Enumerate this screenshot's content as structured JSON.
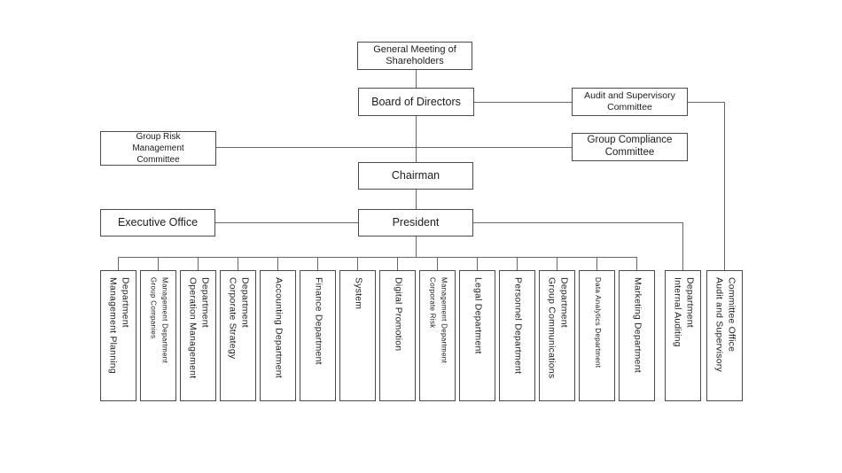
{
  "colors": {
    "background": "#ffffff",
    "line": "#666666",
    "box_border": "#4a4a4a",
    "text": "#1c1c1c"
  },
  "nodes": {
    "general_meeting": {
      "label": "General Meeting of\nShareholders"
    },
    "board_of_directors": {
      "label": "Board of Directors"
    },
    "audit_supervisory_committee": {
      "label": "Audit and Supervisory\nCommittee"
    },
    "group_risk_committee": {
      "label": "Group Risk\nManagement\nCommittee"
    },
    "group_compliance_committee": {
      "label": "Group Compliance\nCommittee"
    },
    "chairman": {
      "label": "Chairman"
    },
    "executive_office": {
      "label": "Executive Office"
    },
    "president": {
      "label": "President"
    }
  },
  "departments": [
    {
      "label": "Management Planning\nDepartment"
    },
    {
      "label": "Group Companies\nManagement Department"
    },
    {
      "label": "Operation Management\nDepartment"
    },
    {
      "label": "Corporate Strategy\nDepartment"
    },
    {
      "label": "Accounting Department"
    },
    {
      "label": "Finance Department"
    },
    {
      "label": "System"
    },
    {
      "label": "Digital Promotion"
    },
    {
      "label": "Corporate Risk\nManagement Department"
    },
    {
      "label": "Legal Department"
    },
    {
      "label": "Personnel Department"
    },
    {
      "label": "Group Communications\nDepartment"
    },
    {
      "label": "Data Analytics Department"
    },
    {
      "label": "Marketing Department"
    },
    {
      "label": "Internal Auditing\nDepartment"
    },
    {
      "label": "Audit and Supervisory\nCommittee Office"
    }
  ]
}
